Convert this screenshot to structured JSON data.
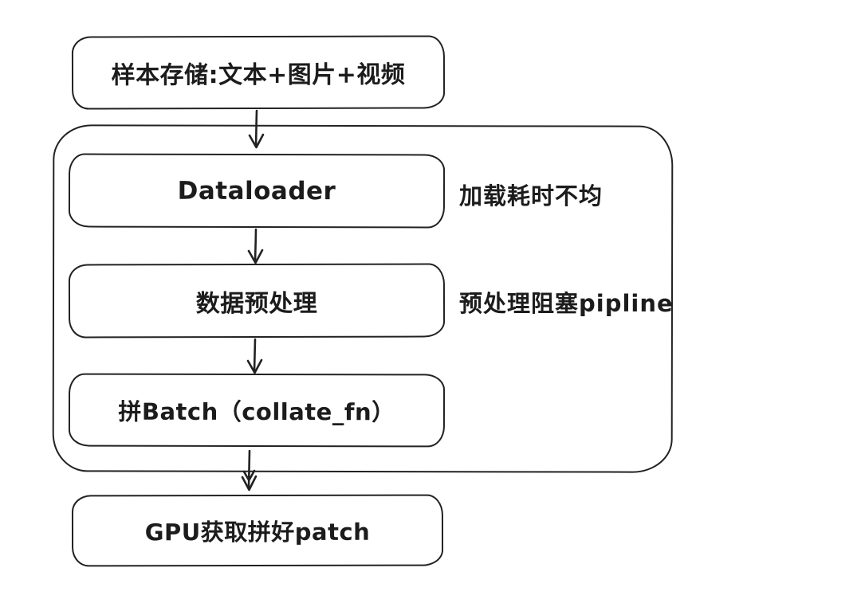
{
  "canvas": {
    "background": "#ffffff",
    "stroke_color": "#222222",
    "text_color": "#1c1c1c"
  },
  "flowchart": {
    "start_node": {
      "label": "样本存储:文本+图片+视频"
    },
    "pipeline_group": {
      "steps": [
        {
          "label": "Dataloader",
          "annotation": "加载耗时不均"
        },
        {
          "label": "数据预处理",
          "annotation": "预处理阻塞pipline"
        },
        {
          "label": "拼Batch（collate_fn）",
          "annotation": ""
        }
      ]
    },
    "end_node": {
      "label": "GPU获取拼好patch"
    }
  }
}
